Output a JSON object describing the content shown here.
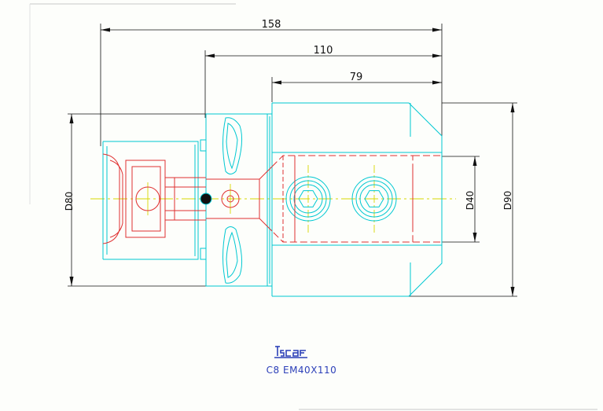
{
  "drawing": {
    "dimensions": {
      "overall_length": "158",
      "shank_length": "110",
      "body_length": "79",
      "shank_diameter": "D80",
      "bore_diameter": "D40",
      "body_diameter": "D90"
    },
    "logo_text": "iscar",
    "part_code": "C8  EM40X110"
  },
  "colors": {
    "outline": "#00c8d2",
    "hidden": "#e03030",
    "center": "#d8d800",
    "dimension": "#111111",
    "logo": "#2b3fb8"
  }
}
